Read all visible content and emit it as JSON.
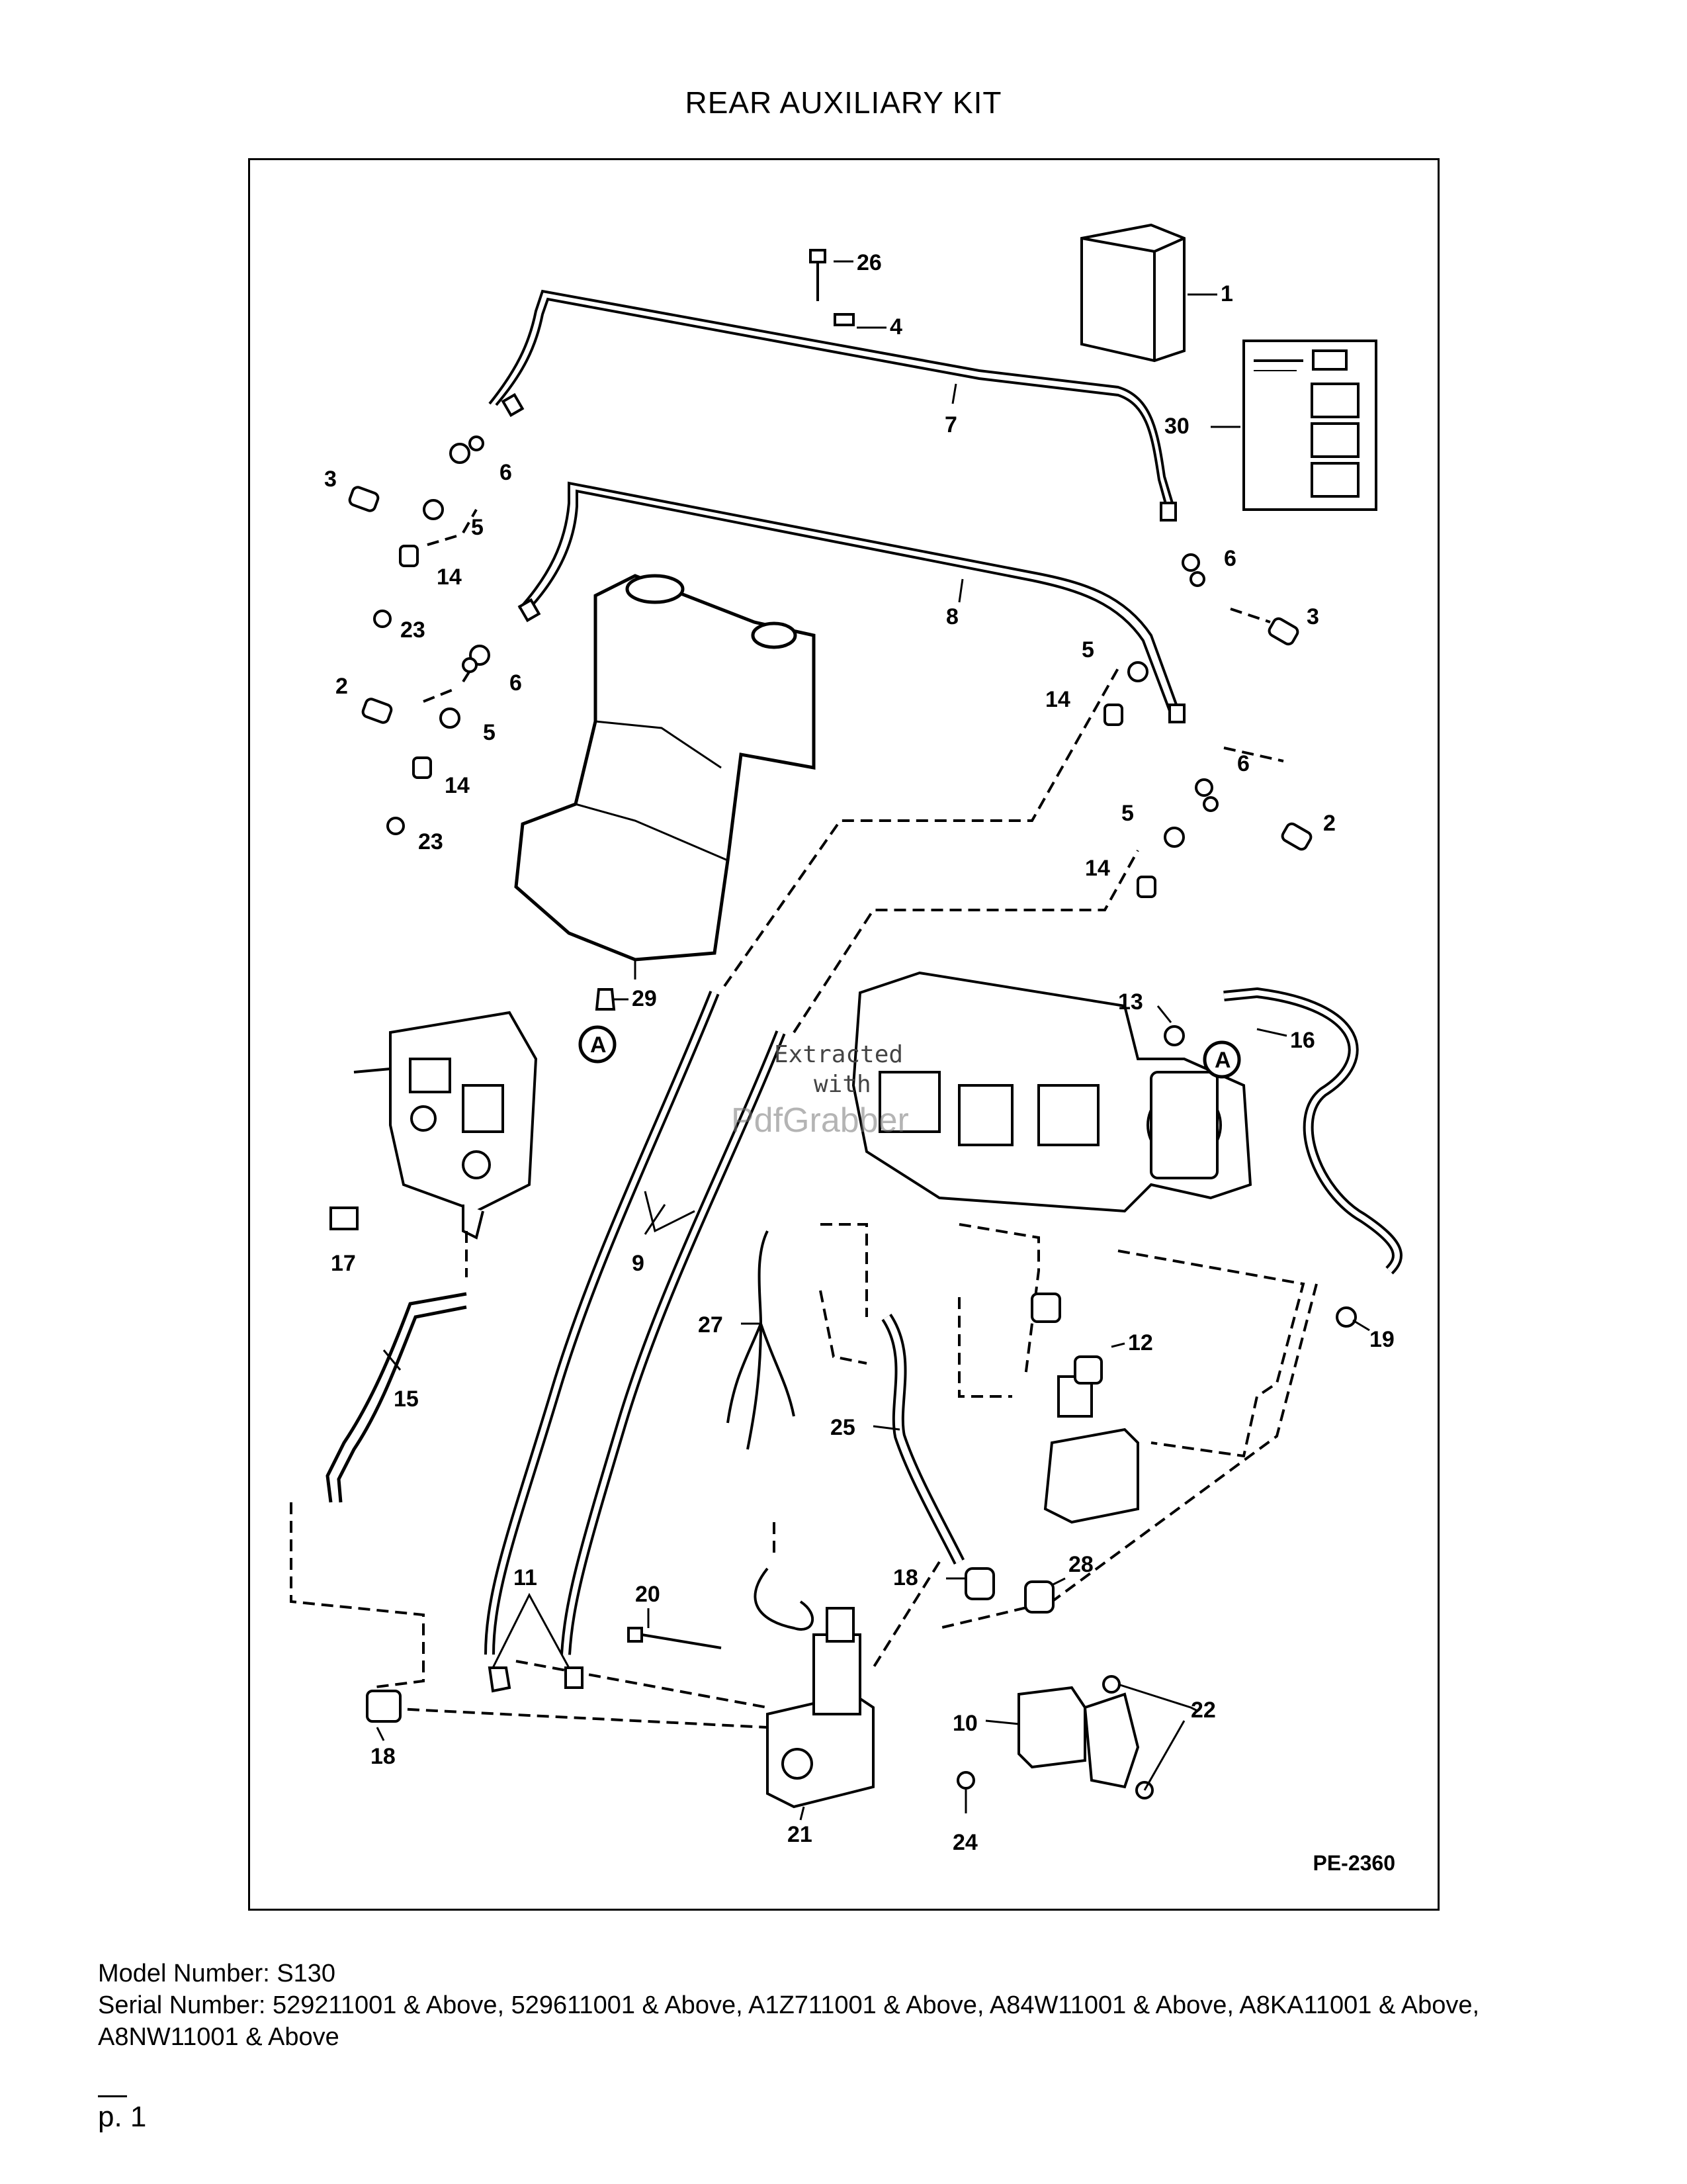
{
  "title": "REAR AUXILIARY KIT",
  "diagram_code": "PE-2360",
  "watermark": {
    "line1": "Extracted",
    "line2": "with",
    "line3": "PdfGrabber"
  },
  "callouts": {
    "n1": "1",
    "n2a": "2",
    "n2b": "2",
    "n3a": "3",
    "n3b": "3",
    "n4": "4",
    "n5a": "5",
    "n5b": "5",
    "n5c": "5",
    "n5d": "5",
    "n6a": "6",
    "n6b": "6",
    "n6c": "6",
    "n6d": "6",
    "n7": "7",
    "n8": "8",
    "n9": "9",
    "n10": "10",
    "n11": "11",
    "n12": "12",
    "n13": "13",
    "n14a": "14",
    "n14b": "14",
    "n14c": "14",
    "n14d": "14",
    "n15": "15",
    "n16": "16",
    "n17": "17",
    "n18a": "18",
    "n18b": "18",
    "n19": "19",
    "n20": "20",
    "n21": "21",
    "n22": "22",
    "n23a": "23",
    "n23b": "23",
    "n24": "24",
    "n25": "25",
    "n26": "26",
    "n27": "27",
    "n28": "28",
    "n29": "29",
    "n30": "30",
    "circleA1": "A",
    "circleA2": "A"
  },
  "footer": {
    "model": "Model Number: S130",
    "serial": "Serial Number: 529211001 & Above, 529611001 & Above, A1Z711001 & Above, A84W11001 & Above, A8KA11001 & Above, A8NW11001 & Above"
  },
  "page_number": "p. 1"
}
